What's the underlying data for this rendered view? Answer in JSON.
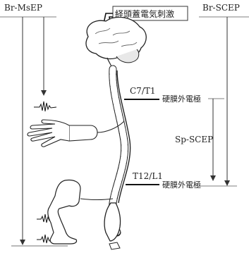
{
  "labels": {
    "br_msep": "Br-MsEP",
    "br_scep": "Br-SCEP",
    "stimulation": "経頭蓋電気刺激",
    "c7_t1": "C7/T1",
    "t12_l1": "T12/L1",
    "electrode_upper": "硬膜外電極",
    "electrode_lower": "硬膜外電極",
    "sp_scep": "Sp-SCEP"
  }
}
